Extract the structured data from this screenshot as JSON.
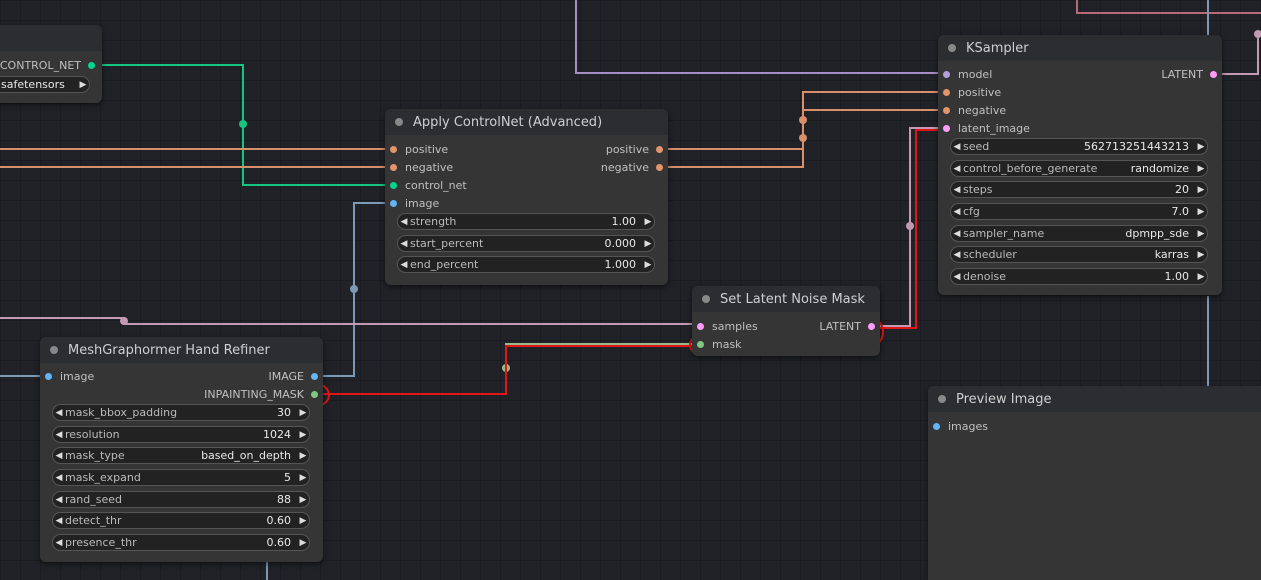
{
  "loader_node": {
    "output_label": "CONTROL_NET",
    "widget_value": "safetensors"
  },
  "apply_controlnet": {
    "title": "Apply ControlNet (Advanced)",
    "inputs": [
      "positive",
      "negative",
      "control_net",
      "image"
    ],
    "outputs": [
      "positive",
      "negative"
    ],
    "widgets": [
      {
        "label": "strength",
        "value": "1.00"
      },
      {
        "label": "start_percent",
        "value": "0.000"
      },
      {
        "label": "end_percent",
        "value": "1.000"
      }
    ]
  },
  "ksampler": {
    "title": "KSampler",
    "inputs": [
      "model",
      "positive",
      "negative",
      "latent_image"
    ],
    "outputs": [
      "LATENT"
    ],
    "widgets": [
      {
        "label": "seed",
        "value": "562713251443213"
      },
      {
        "label": "control_before_generate",
        "value": "randomize"
      },
      {
        "label": "steps",
        "value": "20"
      },
      {
        "label": "cfg",
        "value": "7.0"
      },
      {
        "label": "sampler_name",
        "value": "dpmpp_sde"
      },
      {
        "label": "scheduler",
        "value": "karras"
      },
      {
        "label": "denoise",
        "value": "1.00"
      }
    ]
  },
  "set_latent_noise_mask": {
    "title": "Set Latent Noise Mask",
    "inputs": [
      "samples",
      "mask"
    ],
    "outputs": [
      "LATENT"
    ]
  },
  "mesh_refiner": {
    "title": "MeshGraphormer Hand Refiner",
    "inputs": [
      "image"
    ],
    "outputs": [
      "IMAGE",
      "INPAINTING_MASK"
    ],
    "widgets": [
      {
        "label": "mask_bbox_padding",
        "value": "30"
      },
      {
        "label": "resolution",
        "value": "1024"
      },
      {
        "label": "mask_type",
        "value": "based_on_depth"
      },
      {
        "label": "mask_expand",
        "value": "5"
      },
      {
        "label": "rand_seed",
        "value": "88"
      },
      {
        "label": "detect_thr",
        "value": "0.60"
      },
      {
        "label": "presence_thr",
        "value": "0.60"
      }
    ]
  },
  "preview_image": {
    "title": "Preview Image",
    "inputs": [
      "images"
    ]
  },
  "colors": {
    "background": "#202228",
    "node_body": "#353535",
    "node_title": "#2b2d31",
    "conditioning": "#e2956b",
    "control_net": "#00d78d",
    "image": "#64b5f6",
    "latent": "#ff9cf9",
    "model": "#b39ddb",
    "mask": "#81c784",
    "annotation": "#e01515"
  },
  "icons": {
    "decrement": "arrow-left-icon",
    "increment": "arrow-right-icon"
  }
}
